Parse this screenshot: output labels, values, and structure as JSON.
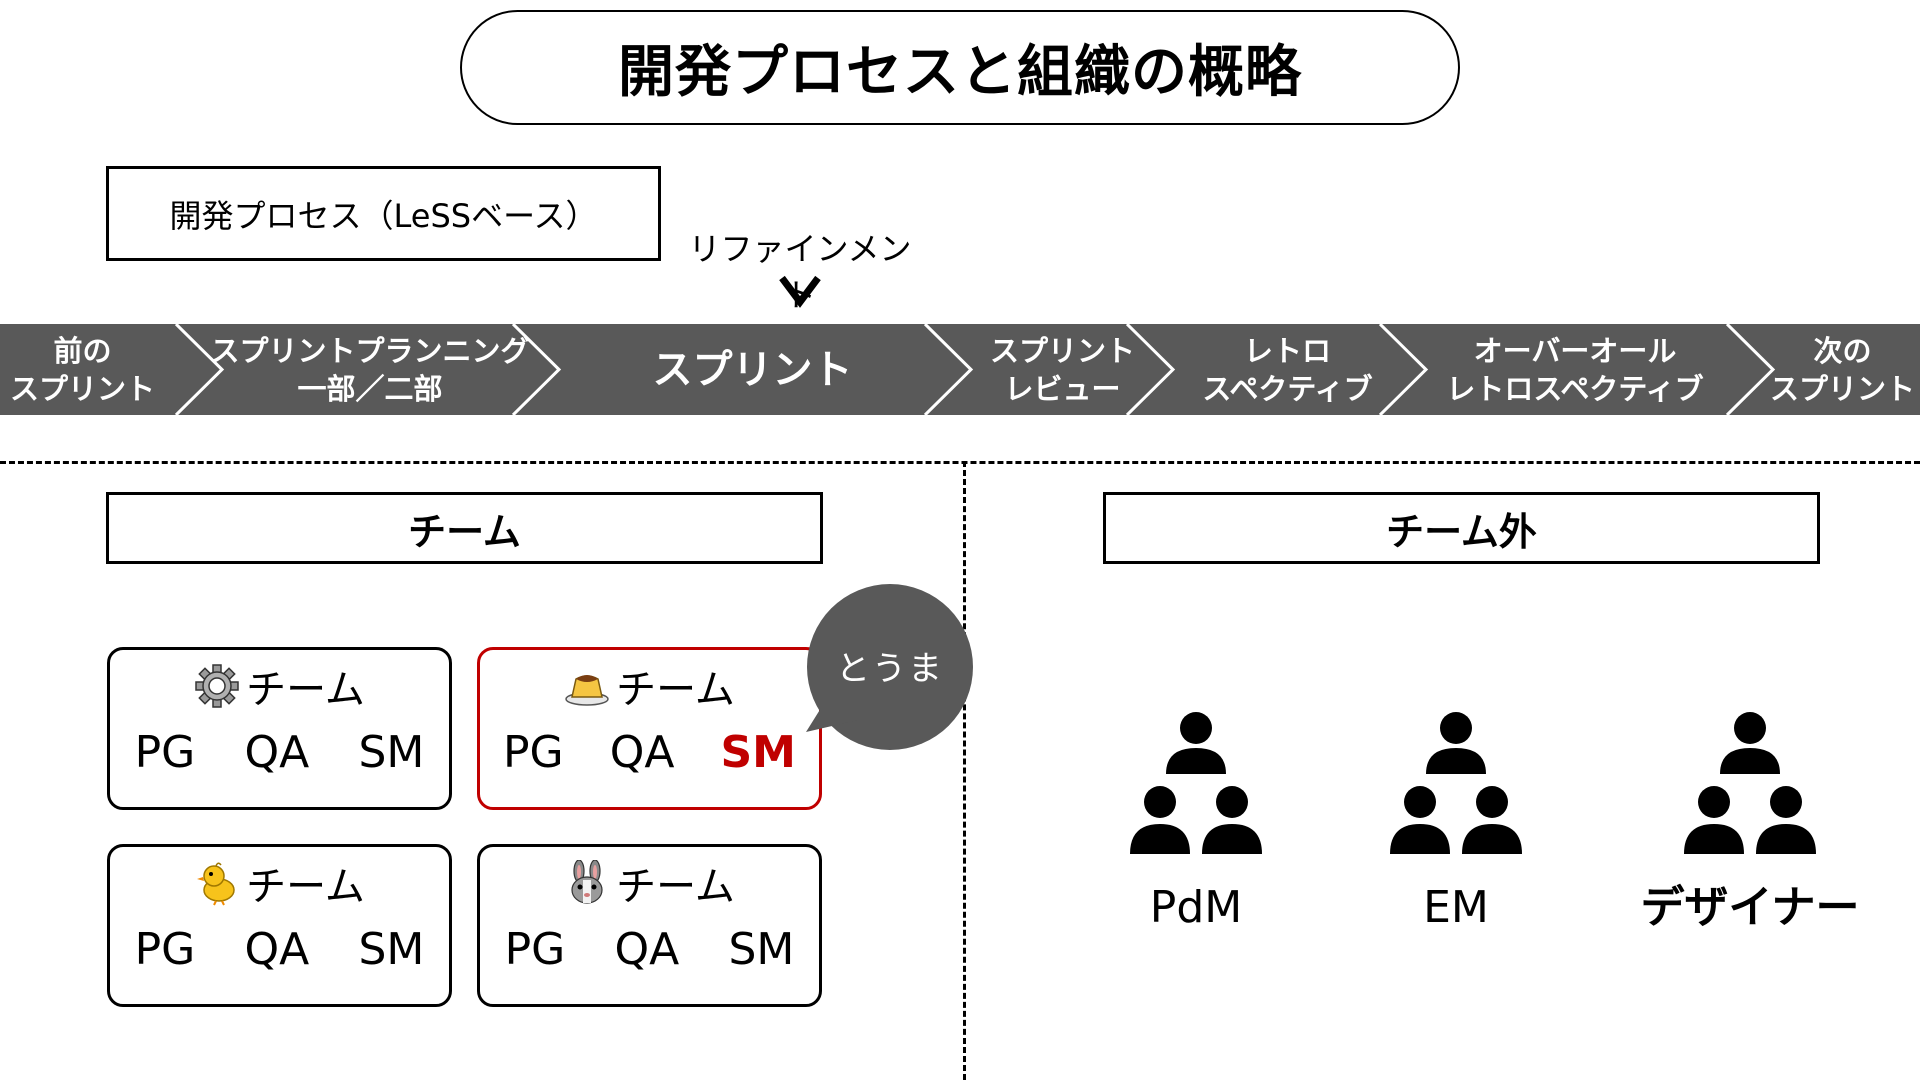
{
  "title": "開発プロセスと組織の概略",
  "process": {
    "label": "開発プロセス（LeSSベース）",
    "refinement": "リファインメント",
    "band_color": "#595959",
    "steps": [
      {
        "label": "前の\nスプリント"
      },
      {
        "label": "スプリントプランニング\n一部／二部"
      },
      {
        "label": "スプリント"
      },
      {
        "label": "スプリント\nレビュー"
      },
      {
        "label": "レトロ\nスペクティブ"
      },
      {
        "label": "オーバーオール\nレトロスペクティブ"
      },
      {
        "label": "次の\nスプリント"
      }
    ]
  },
  "team_section": {
    "header": "チーム",
    "teams": [
      {
        "icon": "gear-icon",
        "label": "チーム",
        "roles": [
          "PG",
          "QA",
          "SM"
        ],
        "highlight": false
      },
      {
        "icon": "pudding-icon",
        "label": "チーム",
        "roles": [
          "PG",
          "QA",
          "SM"
        ],
        "highlight": true
      },
      {
        "icon": "chick-icon",
        "label": "チーム",
        "roles": [
          "PG",
          "QA",
          "SM"
        ],
        "highlight": false
      },
      {
        "icon": "rabbit-icon",
        "label": "チーム",
        "roles": [
          "PG",
          "QA",
          "SM"
        ],
        "highlight": false
      }
    ],
    "bubble": "とうま",
    "highlight_color": "#c00000"
  },
  "outside_section": {
    "header": "チーム外",
    "groups": [
      {
        "icon": "people-group-icon",
        "label": "PdM"
      },
      {
        "icon": "people-group-icon",
        "label": "EM"
      },
      {
        "icon": "people-group-icon",
        "label": "デザイナー"
      }
    ]
  }
}
